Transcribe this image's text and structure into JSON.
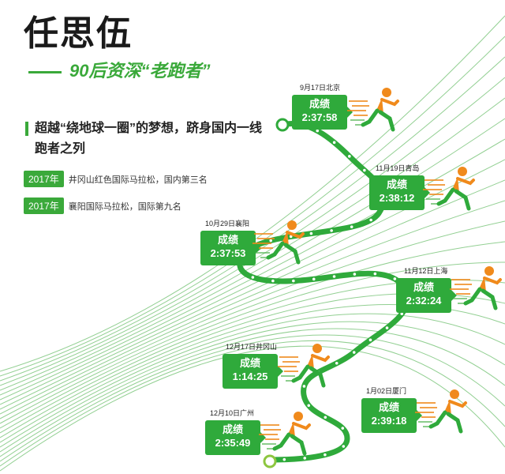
{
  "header": {
    "name": "任思伍",
    "subtitle": "90后资深“老跑者”"
  },
  "headline": "超越“绕地球一圈”的梦想，跻身国内一线跑者之列",
  "achievements": [
    {
      "year": "2017年",
      "text": "井冈山红色国际马拉松，国内第三名"
    },
    {
      "year": "2017年",
      "text": "襄阳国际马拉松，国际第九名"
    }
  ],
  "result_label": "成绩",
  "races": [
    {
      "date": "9月17日北京",
      "time": "2:37:58"
    },
    {
      "date": "11月19日青岛",
      "time": "2:38:12"
    },
    {
      "date": "10月29日襄阳",
      "time": "2:37:53"
    },
    {
      "date": "11月12日上海",
      "time": "2:32:24"
    },
    {
      "date": "12月17日井冈山",
      "time": "1:14:25"
    },
    {
      "date": "1月02日厦门",
      "time": "2:39:18"
    },
    {
      "date": "12月10日广州",
      "time": "2:35:49"
    }
  ],
  "colors": {
    "accent": "#3aa93a",
    "track": "#2faa3b",
    "runner_orange": "#f08a1c",
    "runner_green": "#5cb85c"
  }
}
